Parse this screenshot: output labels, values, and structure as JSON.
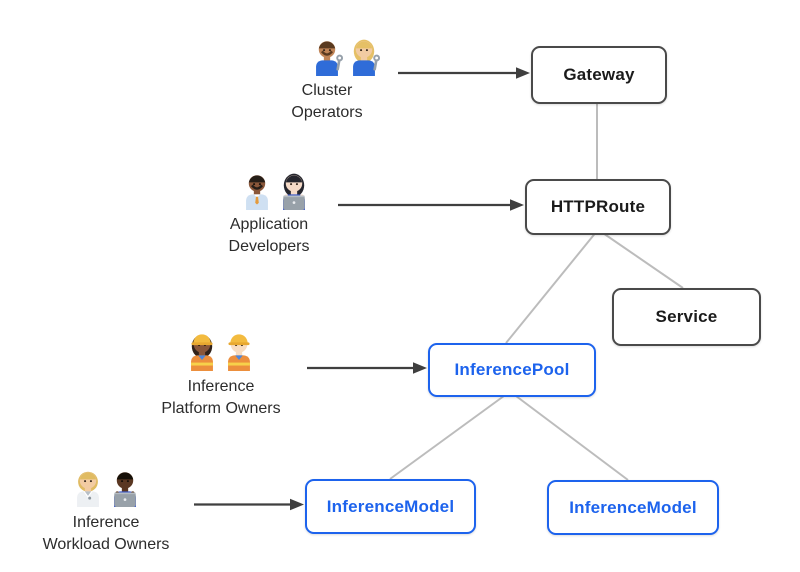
{
  "page": {
    "background_color": "#ffffff"
  },
  "diagram": {
    "type": "flowchart",
    "colors": {
      "resource_border": "#4a4a4a",
      "resource_text": "#1b1b1b",
      "extension_border": "#1d63ed",
      "extension_text": "#1d63ed",
      "connector_line": "#bcbcbc",
      "arrow": "#3f3f3f",
      "persona_label_text": "#2c2c2c"
    },
    "nodes": [
      {
        "id": "gateway",
        "label": "Gateway",
        "variant": "default"
      },
      {
        "id": "httproute",
        "label": "HTTPRoute",
        "variant": "default"
      },
      {
        "id": "service",
        "label": "Service",
        "variant": "default"
      },
      {
        "id": "inferencepool",
        "label": "InferencePool",
        "variant": "extension"
      },
      {
        "id": "inferencemodel-left",
        "label": "InferenceModel",
        "variant": "extension"
      },
      {
        "id": "inferencemodel-right",
        "label": "InferenceModel",
        "variant": "extension"
      }
    ],
    "edges": [
      {
        "from": "gateway",
        "to": "httproute"
      },
      {
        "from": "httproute",
        "to": "inferencepool"
      },
      {
        "from": "httproute",
        "to": "service"
      },
      {
        "from": "inferencepool",
        "to": "inferencemodel-left"
      },
      {
        "from": "inferencepool",
        "to": "inferencemodel-right"
      }
    ],
    "personas": [
      {
        "id": "cluster-operators",
        "label_lines": [
          "Cluster",
          "Operators"
        ],
        "emojis": [
          "man-mechanic-medium-skin",
          "woman-mechanic-light-skin"
        ],
        "points_to": "gateway"
      },
      {
        "id": "application-developers",
        "label_lines": [
          "Application",
          "Developers"
        ],
        "emojis": [
          "man-office-worker-dark-skin",
          "woman-technologist-light-skin"
        ],
        "points_to": "httproute"
      },
      {
        "id": "inference-platform-owners",
        "label_lines": [
          "Inference",
          "Platform Owners"
        ],
        "emojis": [
          "woman-construction-worker-dark-skin",
          "man-construction-worker-light-skin"
        ],
        "points_to": "inferencepool"
      },
      {
        "id": "inference-workload-owners",
        "label_lines": [
          "Inference",
          "Workload Owners"
        ],
        "emojis": [
          "health-worker-light-skin",
          "man-technologist-dark-skin"
        ],
        "points_to": "inferencemodel-left"
      }
    ]
  }
}
